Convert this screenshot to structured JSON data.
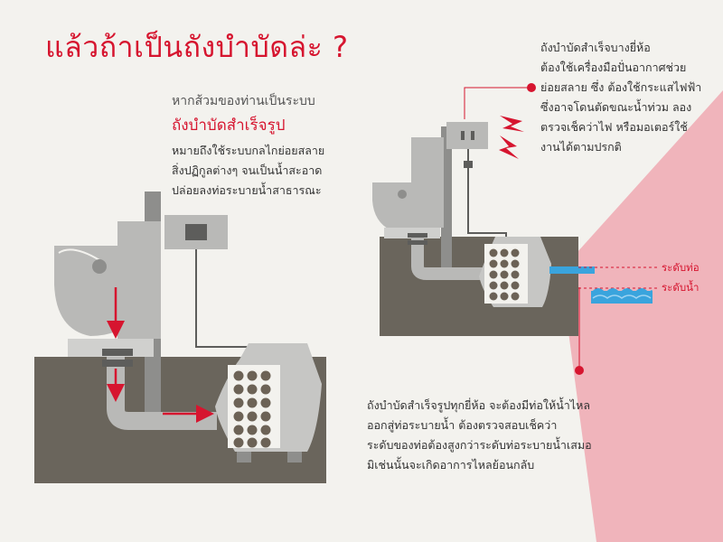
{
  "title": "แล้วถ้าเป็นถังบำบัดล่ะ ?",
  "left_text": {
    "lead": "หากส้วมของท่านเป็นระบบ",
    "system_name": "ถังบำบัดสำเร็จรูป",
    "lines": [
      "หมายถึงใช้ระบบกลไกย่อยสลาย",
      "สิ่งปฏิกูลต่างๆ จนเป็นน้ำสะอาด",
      "ปล่อยลงท่อระบายน้ำสาธารณะ"
    ]
  },
  "right_top_note": {
    "lines": [
      "ถังบำบัดสำเร็จบางยี่ห้อ",
      "ต้องใช้เครื่องมือปั่นอากาศช่วย",
      "ย่อยสลาย ซึ่ง ต้องใช้กระแสไฟฟ้า",
      "ซึ่งอาจโดนตัดขณะน้ำท่วม ลอง",
      "ตรวจเช็คว่าไฟ หรือมอเตอร์ใช้",
      "งานได้ตามปรกติ"
    ]
  },
  "right_bottom_note": {
    "lines": [
      "ถังบำบัดสำเร็จรูปทุกยี่ห้อ จะต้องมีท่อให้น้ำไหล",
      "ออกสู่ท่อระบายน้ำ ต้องตรวจสอบเช็คว่า",
      "ระดับของท่อต้องสูงกว่าระดับท่อระบายน้ำเสมอ",
      "มิเช่นนั้นจะเกิดอาการไหลย้อนกลับ"
    ]
  },
  "labels": {
    "pipe_level": "ระดับท่อ",
    "water_level": "ระดับน้ำ"
  },
  "colors": {
    "accent_red": "#d6152f",
    "ground": "#6a655c",
    "gray_light": "#b9b9b7",
    "gray_mid": "#8e8e8c",
    "gray_dark": "#5d5d5b",
    "sludge": "#6c6256",
    "zoom_pink": "#eea9b1",
    "water_blue": "#3aa4dd",
    "background": "#f3f2ee"
  },
  "icons": {
    "power_outlet": "power-outlet-icon",
    "electric_spark": "lightning-icon",
    "flow_arrow": "arrow-icon"
  }
}
